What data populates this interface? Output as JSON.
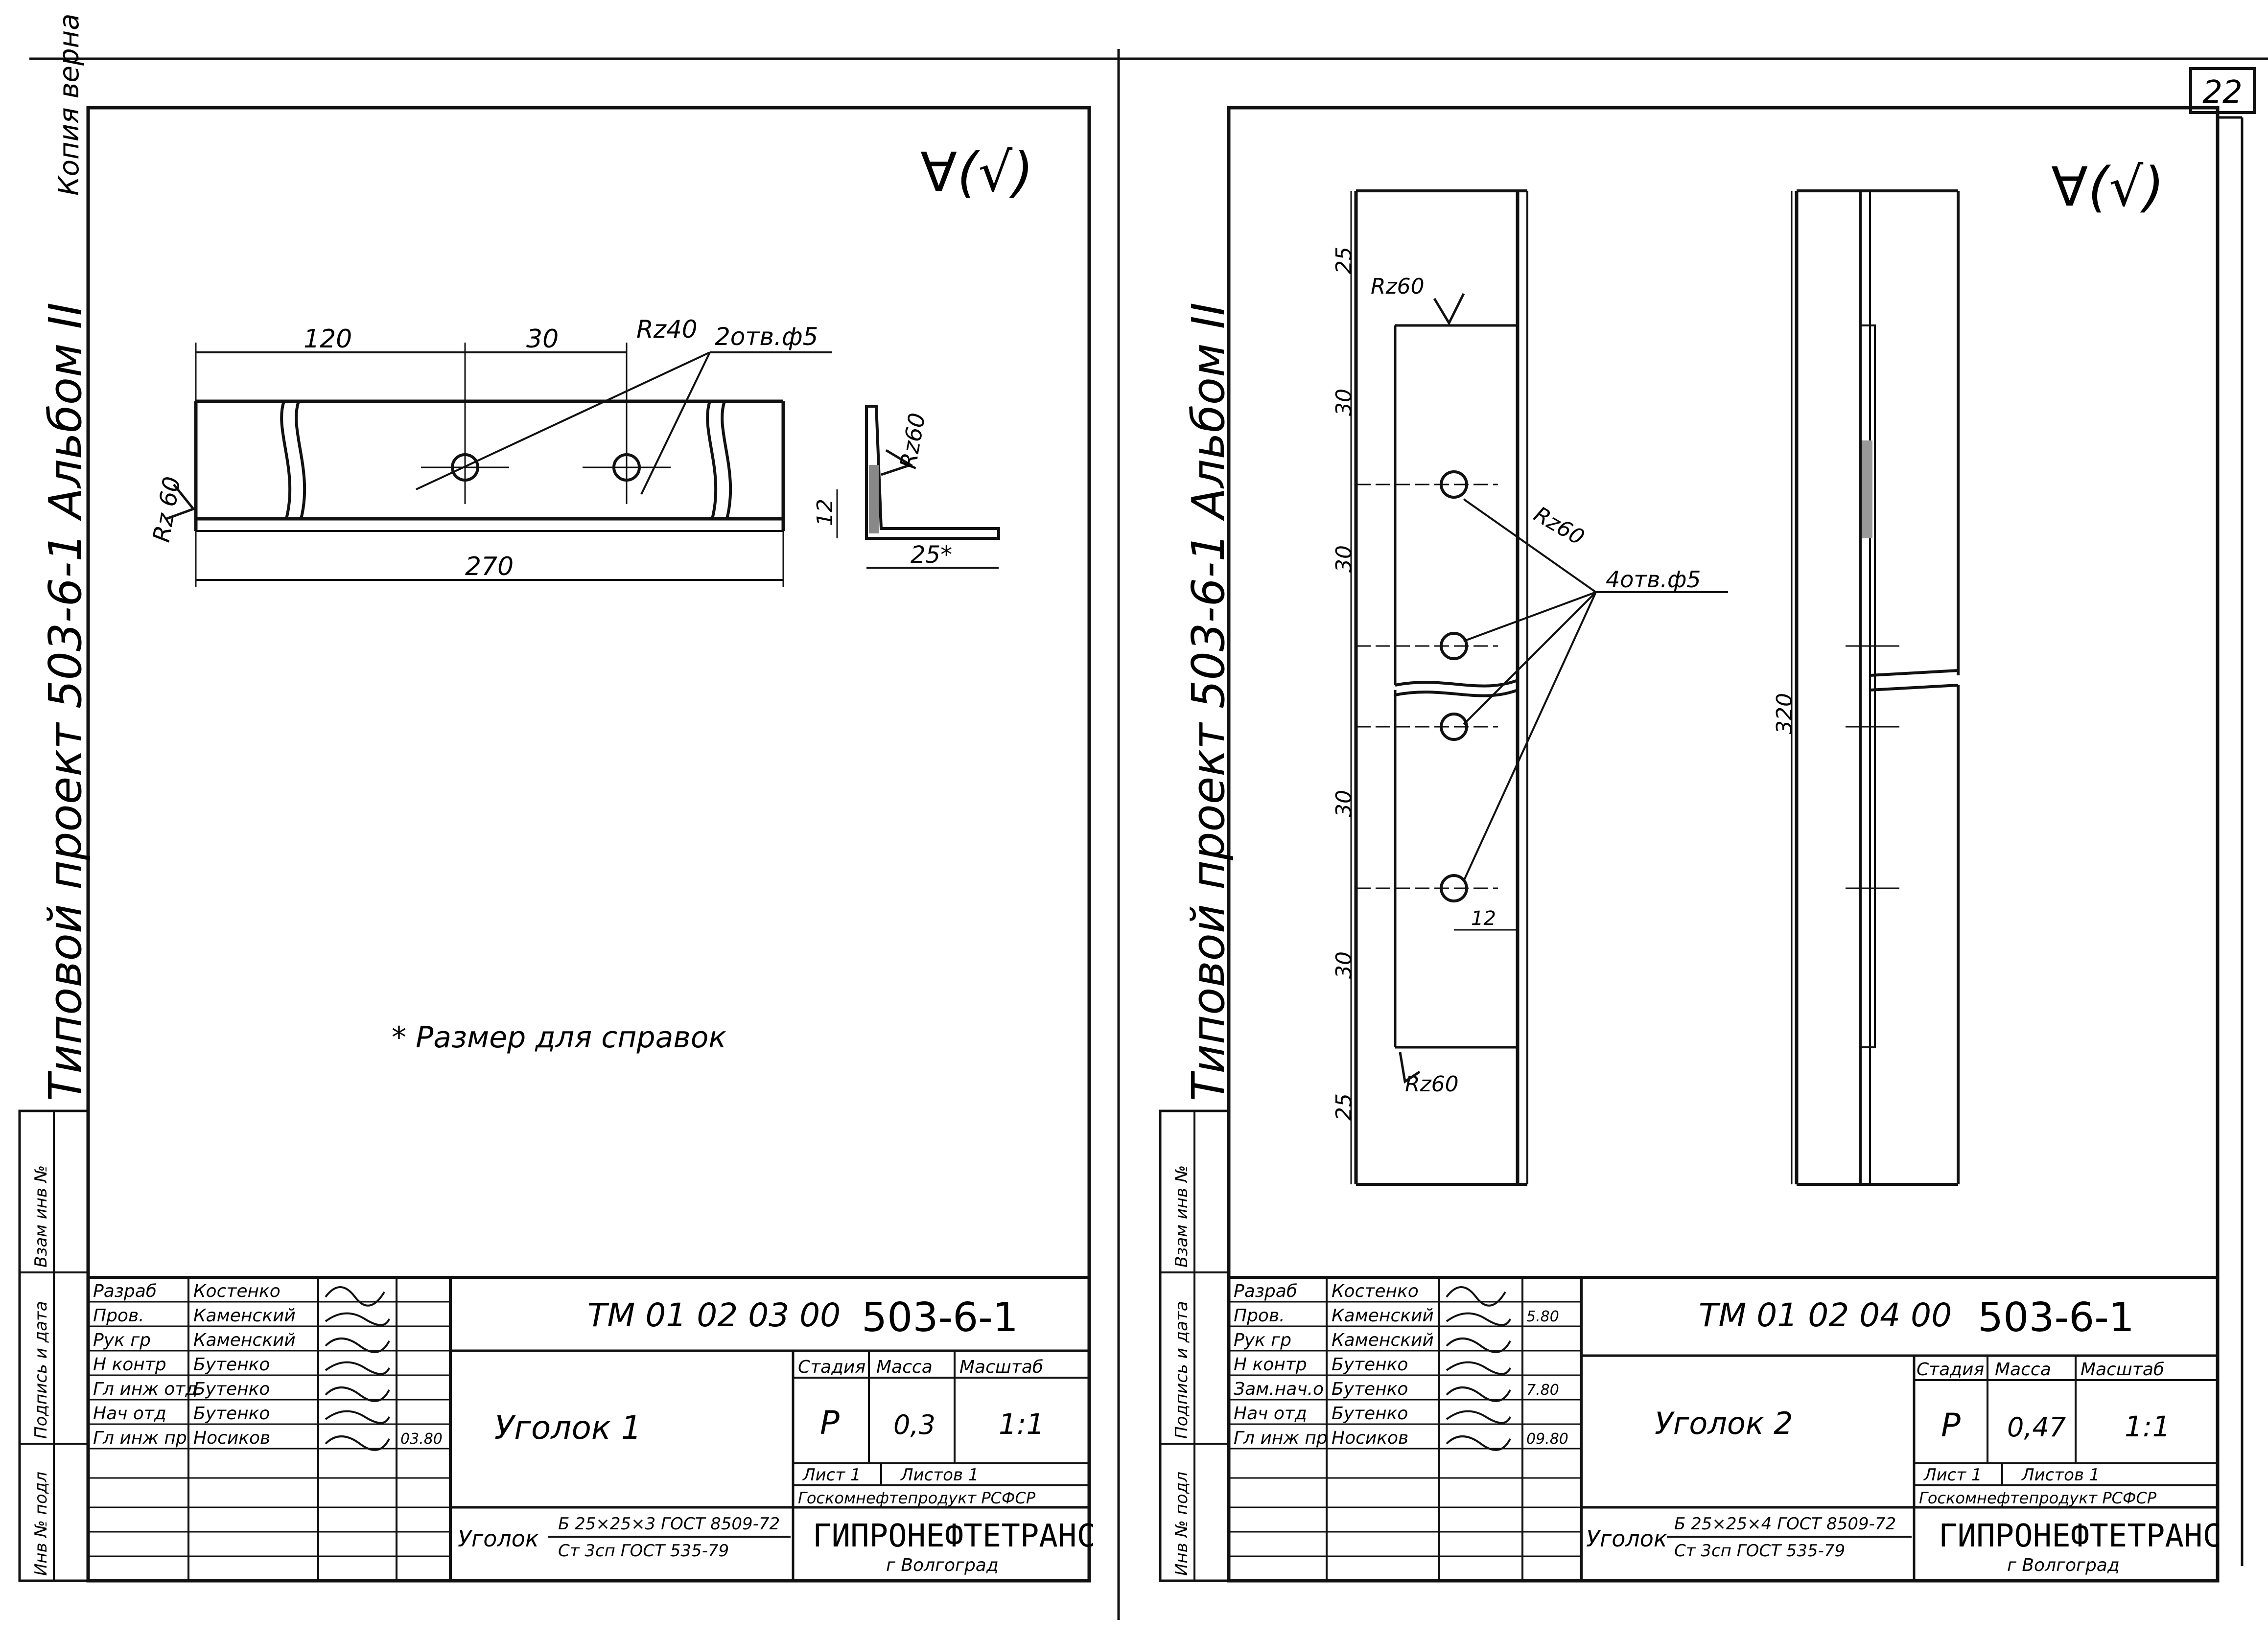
{
  "page_number": "22",
  "roughness_symbol": "∀(√)",
  "common": {
    "album_title": "Типовой проект 503-6-1 Альбом II",
    "copy_stamp": "Копия верна",
    "margin_labels": [
      "Взам инв №",
      "Подпись и дата",
      "Инв № подл"
    ],
    "org_name": "ГИПРОНЕФТЕТРАНС",
    "org_full": "Госкомнефтепродукт РСФСР",
    "org_city": "г Волгоград",
    "stage_label": "Стадия",
    "mass_label": "Масса",
    "scale_label": "Масштаб",
    "sheet_label": "Лист 1",
    "sheets_label": "Листов 1",
    "project_code": "503-6-1"
  },
  "left_sheet": {
    "doc_number": "ТМ 01 02 03 00",
    "part_name": "Уголок 1",
    "stage": "Р",
    "mass": "0,3",
    "scale": "1:1",
    "material_prefix": "Уголок",
    "material_top": "Б 25×25×3 ГОСТ 8509-72",
    "material_bottom": "Ст 3сп ГОСТ 535-79",
    "signature_rows": [
      {
        "role": "Разраб",
        "name": "Костенко",
        "date": ""
      },
      {
        "role": "Пров.",
        "name": "Каменский",
        "date": ""
      },
      {
        "role": "Рук гр",
        "name": "Каменский",
        "date": ""
      },
      {
        "role": "Н контр",
        "name": "Бутенко",
        "date": ""
      },
      {
        "role": "Гл инж отд",
        "name": "Бутенко",
        "date": ""
      },
      {
        "role": "Нач отд",
        "name": "Бутенко",
        "date": ""
      },
      {
        "role": "Гл инж пр",
        "name": "Носиков",
        "date": "03.80"
      }
    ],
    "dims": {
      "d120": "120",
      "d30": "30",
      "d270": "270",
      "d12": "12",
      "d25": "25*"
    },
    "rough": {
      "rz40": "Rz40",
      "rz60_left": "Rz 60",
      "rz60_right": "Rz60"
    },
    "holes_note": "2отв.ф5",
    "note": "* Размер для справок"
  },
  "right_sheet": {
    "doc_number": "ТМ 01 02 04 00",
    "part_name": "Уголок 2",
    "stage": "Р",
    "mass": "0,47",
    "scale": "1:1",
    "material_prefix": "Уголок",
    "material_top": "Б 25×25×4 ГОСТ 8509-72",
    "material_bottom": "Ст 3сп ГОСТ 535-79",
    "signature_rows": [
      {
        "role": "Разраб",
        "name": "Костенко",
        "date": ""
      },
      {
        "role": "Пров.",
        "name": "Каменский",
        "date": "5.80"
      },
      {
        "role": "Рук гр",
        "name": "Каменский",
        "date": ""
      },
      {
        "role": "Н контр",
        "name": "Бутенко",
        "date": ""
      },
      {
        "role": "Зам.нач.о",
        "name": "Бутенко",
        "date": "7.80"
      },
      {
        "role": "Нач отд",
        "name": "Бутенко",
        "date": ""
      },
      {
        "role": "Гл инж пр",
        "name": "Носиков",
        "date": "09.80"
      }
    ],
    "dims": {
      "d25_top": "25",
      "d30_a": "30",
      "d30_b": "30",
      "d30_c": "30",
      "d30_d": "30",
      "d25_bot": "25",
      "d320": "320",
      "d12": "12"
    },
    "rough": {
      "rz60_top": "Rz60",
      "rz60_mid": "Rz60",
      "rz60_bot": "Rz60"
    },
    "holes_note": "4отв.ф5"
  }
}
